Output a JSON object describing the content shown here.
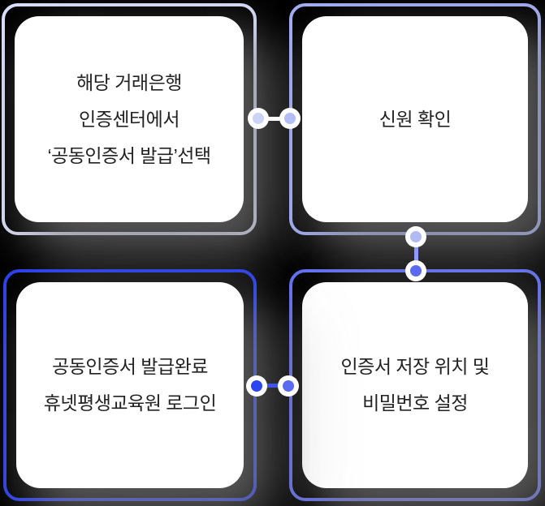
{
  "theme": {
    "background_color": "#000000",
    "card_color": "#ffffff",
    "text_color": "#222222",
    "shadow_color": "#878787"
  },
  "steps": [
    {
      "id": 1,
      "position": "top-left",
      "border_color": "#dcdffb",
      "lines": [
        "해당 거래은행",
        "인증센터에서",
        "‘공동인증서 발급’선택"
      ]
    },
    {
      "id": 2,
      "position": "top-right",
      "border_color": "#a3aef2",
      "lines": [
        "신원 확인"
      ]
    },
    {
      "id": 3,
      "position": "bottom-right",
      "border_color": "#6673f2",
      "lines": [
        "인증서 저장 위치 및",
        "비밀번호 설정"
      ]
    },
    {
      "id": 4,
      "position": "bottom-left",
      "border_color": "#2e42ec",
      "lines": [
        "공동인증서 발급완료",
        "휴넷평생교육원 로그인"
      ]
    }
  ],
  "connectors": [
    {
      "name": "step1-to-step2",
      "orientation": "horizontal",
      "line_color": "#ffffff",
      "from_dot_color": "#ccd2f8",
      "to_dot_color": "#b4bdf4"
    },
    {
      "name": "step2-to-step3",
      "orientation": "vertical",
      "line_color": "#8e9cf3",
      "from_dot_color": "#b0baf3",
      "to_dot_color": "#5a6af1"
    },
    {
      "name": "step3-to-step4",
      "orientation": "horizontal",
      "line_color": "#3f55f0",
      "from_dot_color": "#5a6af1",
      "to_dot_color": "#2b46ee"
    }
  ]
}
